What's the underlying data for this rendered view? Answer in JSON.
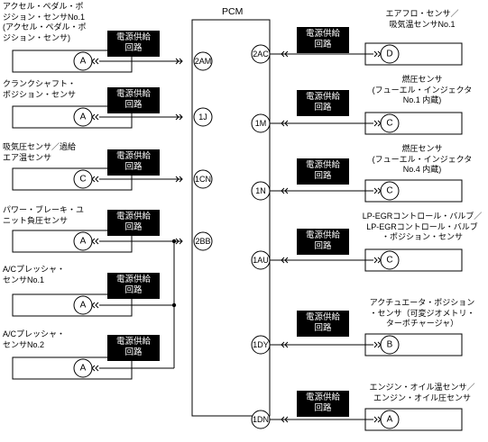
{
  "pcm_title": "PCM",
  "power_label_line1": "電源供給",
  "power_label_line2": "回路",
  "left": [
    {
      "label": "アクセル・ペダル・ポ\nジション・センサNo.1\n(アクセル・ペダル・ポ\nジション・センサ)",
      "conn": "A",
      "pin": "2AM"
    },
    {
      "label": "クランクシャフト・\nポジション・センサ",
      "conn": "A",
      "pin": "1J"
    },
    {
      "label": "吸気圧センサ／過給\nエア温センサ",
      "conn": "C",
      "pin": "1CN"
    },
    {
      "label": "パワー・ブレーキ・ユ\nニット負圧センサ",
      "conn": "A",
      "pin": "2BB"
    },
    {
      "label": "A/Cプレッシャ・\nセンサNo.1",
      "conn": "A",
      "pin": ""
    },
    {
      "label": "A/Cプレッシャ・\nセンサNo.2",
      "conn": "A",
      "pin": ""
    }
  ],
  "right": [
    {
      "label": "エアフロ・センサ／\n吸気温センサNo.1",
      "conn": "D",
      "pin": "2AC"
    },
    {
      "label": "燃圧センサ\n(フューエル・インジェクタ\nNo.1 内蔵)",
      "conn": "C",
      "pin": "1M"
    },
    {
      "label": "燃圧センサ\n(フューエル・インジェクタ\nNo.4 内蔵)",
      "conn": "C",
      "pin": "1N"
    },
    {
      "label": "LP-EGRコントロール・バルブ／\nLP-EGRコントロール・バルブ\n・ポジション・センサ",
      "conn": "C",
      "pin": "1AU"
    },
    {
      "label": "アクチュエータ・ポジション\n・センサ（可変ジオメトリ・\nターボチャージャ）",
      "conn": "B",
      "pin": "1DY"
    },
    {
      "label": "エンジン・オイル温センサ／\nエンジン・オイル圧センサ",
      "conn": "A",
      "pin": "1DN"
    }
  ]
}
